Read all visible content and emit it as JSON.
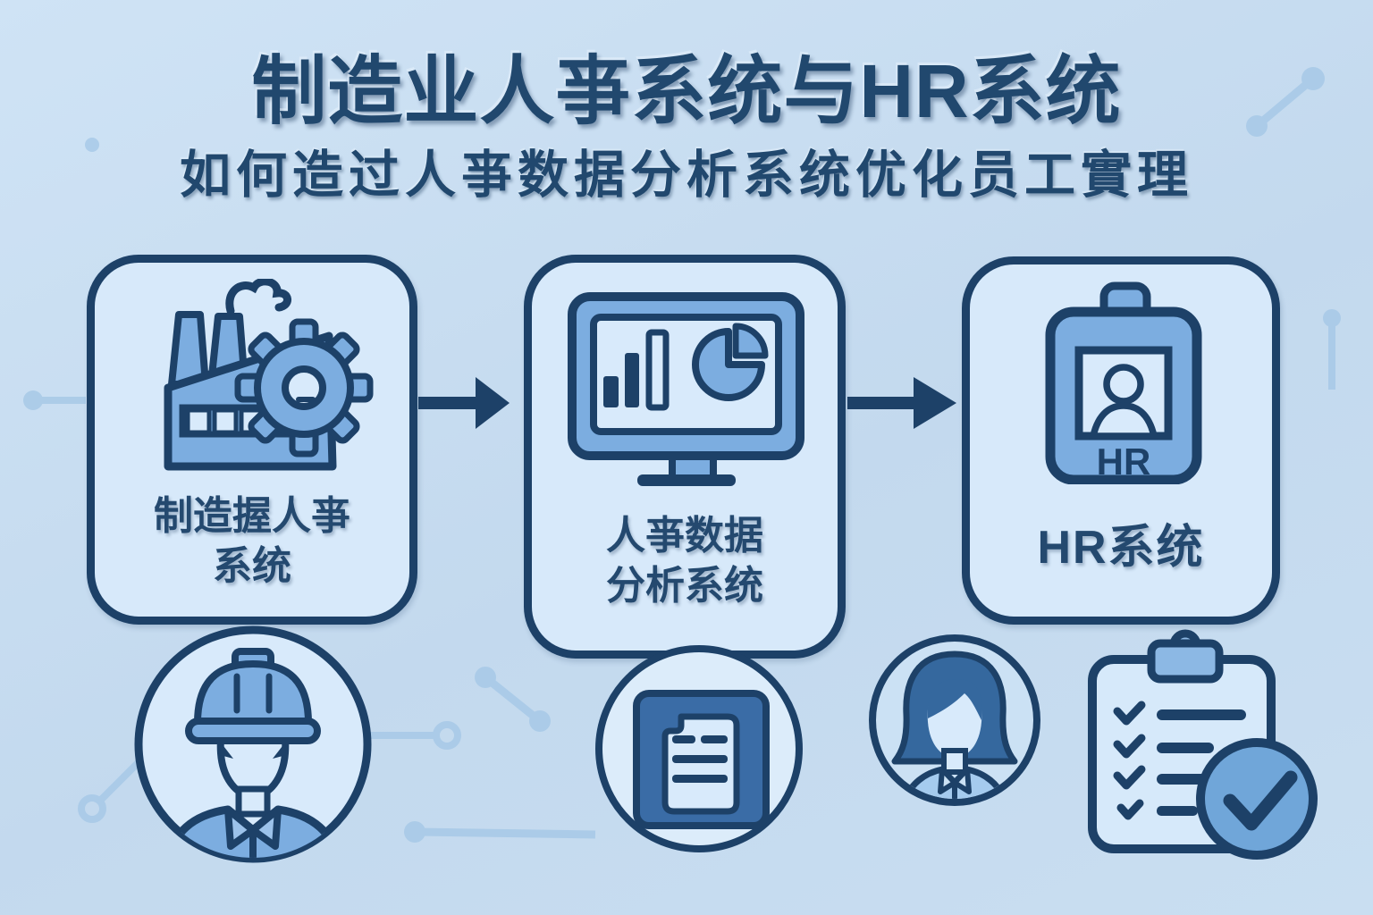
{
  "header": {
    "title": "制造业人亊系统与HR系统",
    "subtitle": "如何造过人亊数据分析系统优化员工實理"
  },
  "flow": {
    "step1": {
      "label_line1": "制造握人亊",
      "label_line2": "系统"
    },
    "step2": {
      "label_line1": "人亊数据",
      "label_line2": "分析系统"
    },
    "step3": {
      "label": "HR系统",
      "badge_text": "HR"
    }
  },
  "icons": {
    "step1": "factory-gear-icon",
    "step2": "monitor-analytics-icon",
    "step3": "hr-badge-icon",
    "connectors": "arrow-right-icon",
    "bottom_row": [
      "worker-hardhat-icon",
      "document-icon",
      "female-employee-icon",
      "checklist-clipboard-icon"
    ],
    "background": "circuit-node-lines"
  },
  "colors": {
    "background": "#c6dbef",
    "outline_navy": "#1d4168",
    "text_navy": "#21486e",
    "fill_medium_blue": "#7cade0",
    "fill_light_blue": "#d8eafb",
    "document_square": "#3a6ca6",
    "decor_line_blue": "#a7c9e7"
  }
}
